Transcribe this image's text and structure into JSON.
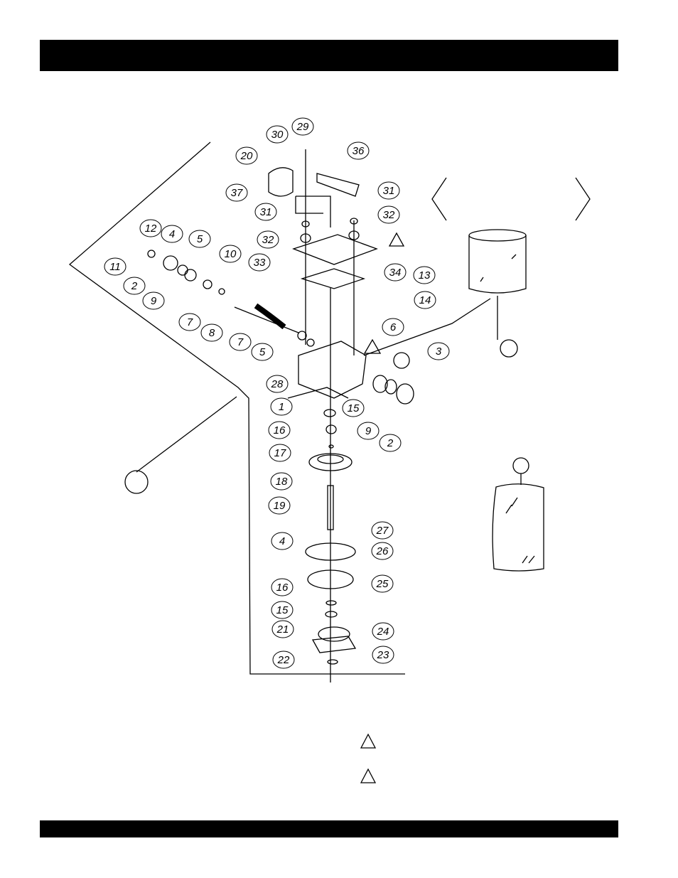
{
  "header_bar": {
    "color": "#000000"
  },
  "footer_bar": {
    "color": "#000000"
  },
  "callouts": [
    {
      "label": "29"
    },
    {
      "label": "30"
    },
    {
      "label": "36"
    },
    {
      "label": "20"
    },
    {
      "label": "37"
    },
    {
      "label": "31"
    },
    {
      "label": "31"
    },
    {
      "label": "32"
    },
    {
      "label": "32"
    },
    {
      "label": "33"
    },
    {
      "label": "34"
    },
    {
      "label": "13"
    },
    {
      "label": "14"
    },
    {
      "label": "6"
    },
    {
      "label": "12"
    },
    {
      "label": "4"
    },
    {
      "label": "5"
    },
    {
      "label": "10"
    },
    {
      "label": "11"
    },
    {
      "label": "2"
    },
    {
      "label": "9"
    },
    {
      "label": "7"
    },
    {
      "label": "8"
    },
    {
      "label": "7"
    },
    {
      "label": "5"
    },
    {
      "label": "28"
    },
    {
      "label": "1"
    },
    {
      "label": "15"
    },
    {
      "label": "3"
    },
    {
      "label": "9"
    },
    {
      "label": "2"
    },
    {
      "label": "16"
    },
    {
      "label": "17"
    },
    {
      "label": "18"
    },
    {
      "label": "19"
    },
    {
      "label": "27"
    },
    {
      "label": "26"
    },
    {
      "label": "4"
    },
    {
      "label": "25"
    },
    {
      "label": "16"
    },
    {
      "label": "15"
    },
    {
      "label": "21"
    },
    {
      "label": "24"
    },
    {
      "label": "23"
    },
    {
      "label": "22"
    }
  ]
}
